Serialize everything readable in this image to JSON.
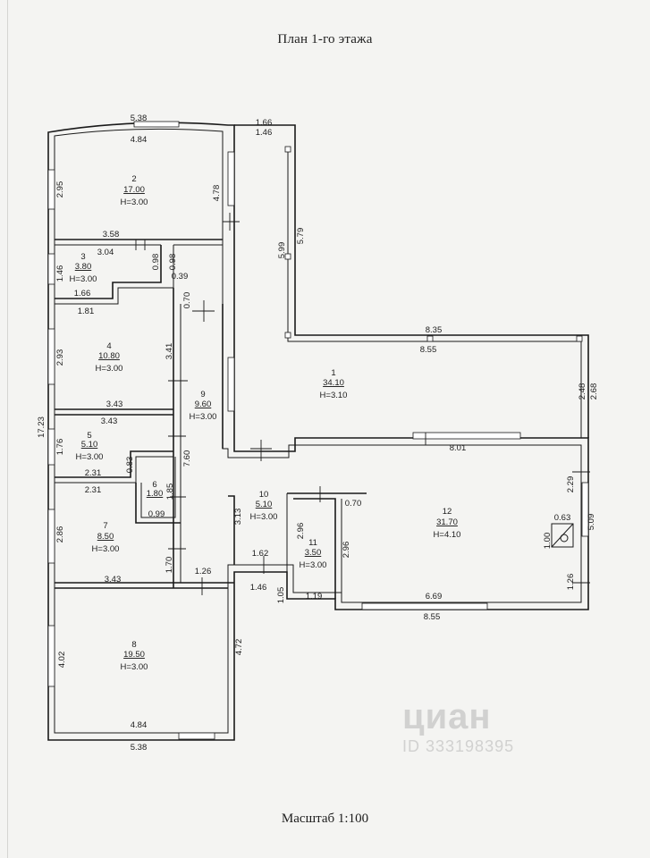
{
  "title": "План 1-го этажа",
  "scale": "Масштаб 1:100",
  "watermark": {
    "brand": "циан",
    "id": "ID 333198395"
  },
  "rooms": [
    {
      "num": "2",
      "area": "17.00",
      "height": "H=3.00"
    },
    {
      "num": "3",
      "area": "3.80",
      "height": "H=3.00"
    },
    {
      "num": "4",
      "area": "10.80",
      "height": "H=3.00"
    },
    {
      "num": "9",
      "area": "9.60",
      "height": "H=3.00"
    },
    {
      "num": "5",
      "area": "5.10",
      "height": "H=3.00"
    },
    {
      "num": "6",
      "area": "1.80",
      "height": ""
    },
    {
      "num": "7",
      "area": "8.50",
      "height": "H=3.00"
    },
    {
      "num": "8",
      "area": "19.50",
      "height": "H=3.00"
    },
    {
      "num": "1",
      "area": "34.10",
      "height": "H=3.10"
    },
    {
      "num": "10",
      "area": "5.10",
      "height": "H=3.00"
    },
    {
      "num": "11",
      "area": "3.50",
      "height": "H=3.00"
    },
    {
      "num": "12",
      "area": "31.70",
      "height": "H=4.10"
    }
  ],
  "dims": {
    "d538_top": "5.38",
    "d484_top": "4.84",
    "d166": "1.66",
    "d146_top": "1.46",
    "d295": "2.95",
    "d478": "4.78",
    "d358": "3.58",
    "d304": "3.04",
    "d098a": "0.98",
    "d098b": "0.98",
    "d039": "0.39",
    "d146_left": "1.46",
    "d166b": "1.66",
    "d070a": "0.70",
    "d181": "1.81",
    "d293": "2.93",
    "d341": "3.41",
    "d343a": "3.43",
    "d343b": "3.43",
    "d1723": "17.23",
    "d176": "1.76",
    "d083": "0.83",
    "d760": "7.60",
    "d231a": "2.31",
    "d231b": "2.31",
    "d185": "1.85",
    "d099": "0.99",
    "d286": "2.86",
    "d170": "1.70",
    "d343c": "3.43",
    "d126a": "1.26",
    "d599": "5.99",
    "d579": "5.79",
    "d835": "8.35",
    "d855a": "8.55",
    "d248": "2.48",
    "d268": "2.68",
    "d801": "8.01",
    "d229": "2.29",
    "d509": "5.09",
    "d063": "0.63",
    "d100": "1.00",
    "d126b": "1.26",
    "d313": "3.13",
    "d162": "1.62",
    "d146b": "1.46",
    "d105": "1.05",
    "d296a": "2.96",
    "d296b": "2.96",
    "d070b": "0.70",
    "d119": "1.19",
    "d669": "6.69",
    "d855b": "8.55",
    "d402": "4.02",
    "d472": "4.72",
    "d484_bot": "4.84",
    "d538_bot": "5.38"
  }
}
